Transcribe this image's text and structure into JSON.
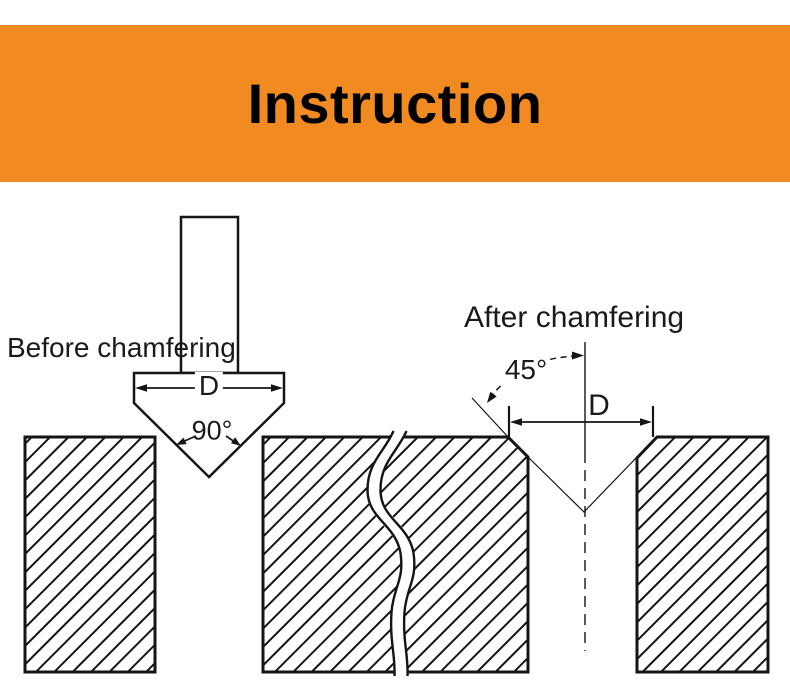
{
  "banner": {
    "title": "Instruction"
  },
  "colors": {
    "banner_bg": "#F08A21",
    "line": "#151515"
  },
  "before_section": {
    "caption": "Before chamfering",
    "diameter_label": "D",
    "angle_label": "90°"
  },
  "after_section": {
    "caption": "After chamfering",
    "diameter_label": "D",
    "angle_label": "45°"
  }
}
